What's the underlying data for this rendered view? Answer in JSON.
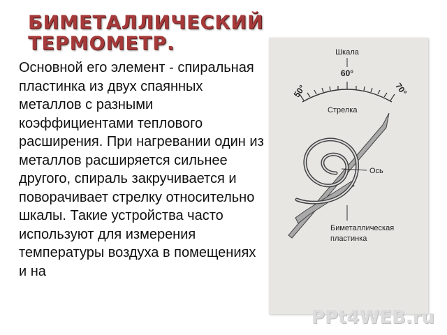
{
  "title": {
    "line1": "БИМЕТАЛЛИЧЕСКИЙ",
    "line2": "ТЕРМОМЕТР."
  },
  "paragraph": "Основной его элемент - спиральная пластинка из двух спаянных металлов с разными коэффициентами теплового расширения. При нагревании один из металлов расширяется сильнее другого, спираль закручивается и поворачивает стрелку относительно шкалы. Такие устройства часто используют для измерения температуры воздуха в помещениях и на",
  "diagram": {
    "scale_label": "Шкала",
    "tick_left": "50°",
    "tick_center": "60°",
    "tick_right": "70°",
    "needle_label": "Стрелка",
    "axis_label": "Ось",
    "strip_label_line1": "Биметаллическая",
    "strip_label_line2": "пластинка"
  },
  "watermark": "PPt4WEB.ru",
  "colors": {
    "title": "#a63a3a",
    "figure_bg": "#e8e6e3",
    "needle": "#a9a9a9"
  }
}
